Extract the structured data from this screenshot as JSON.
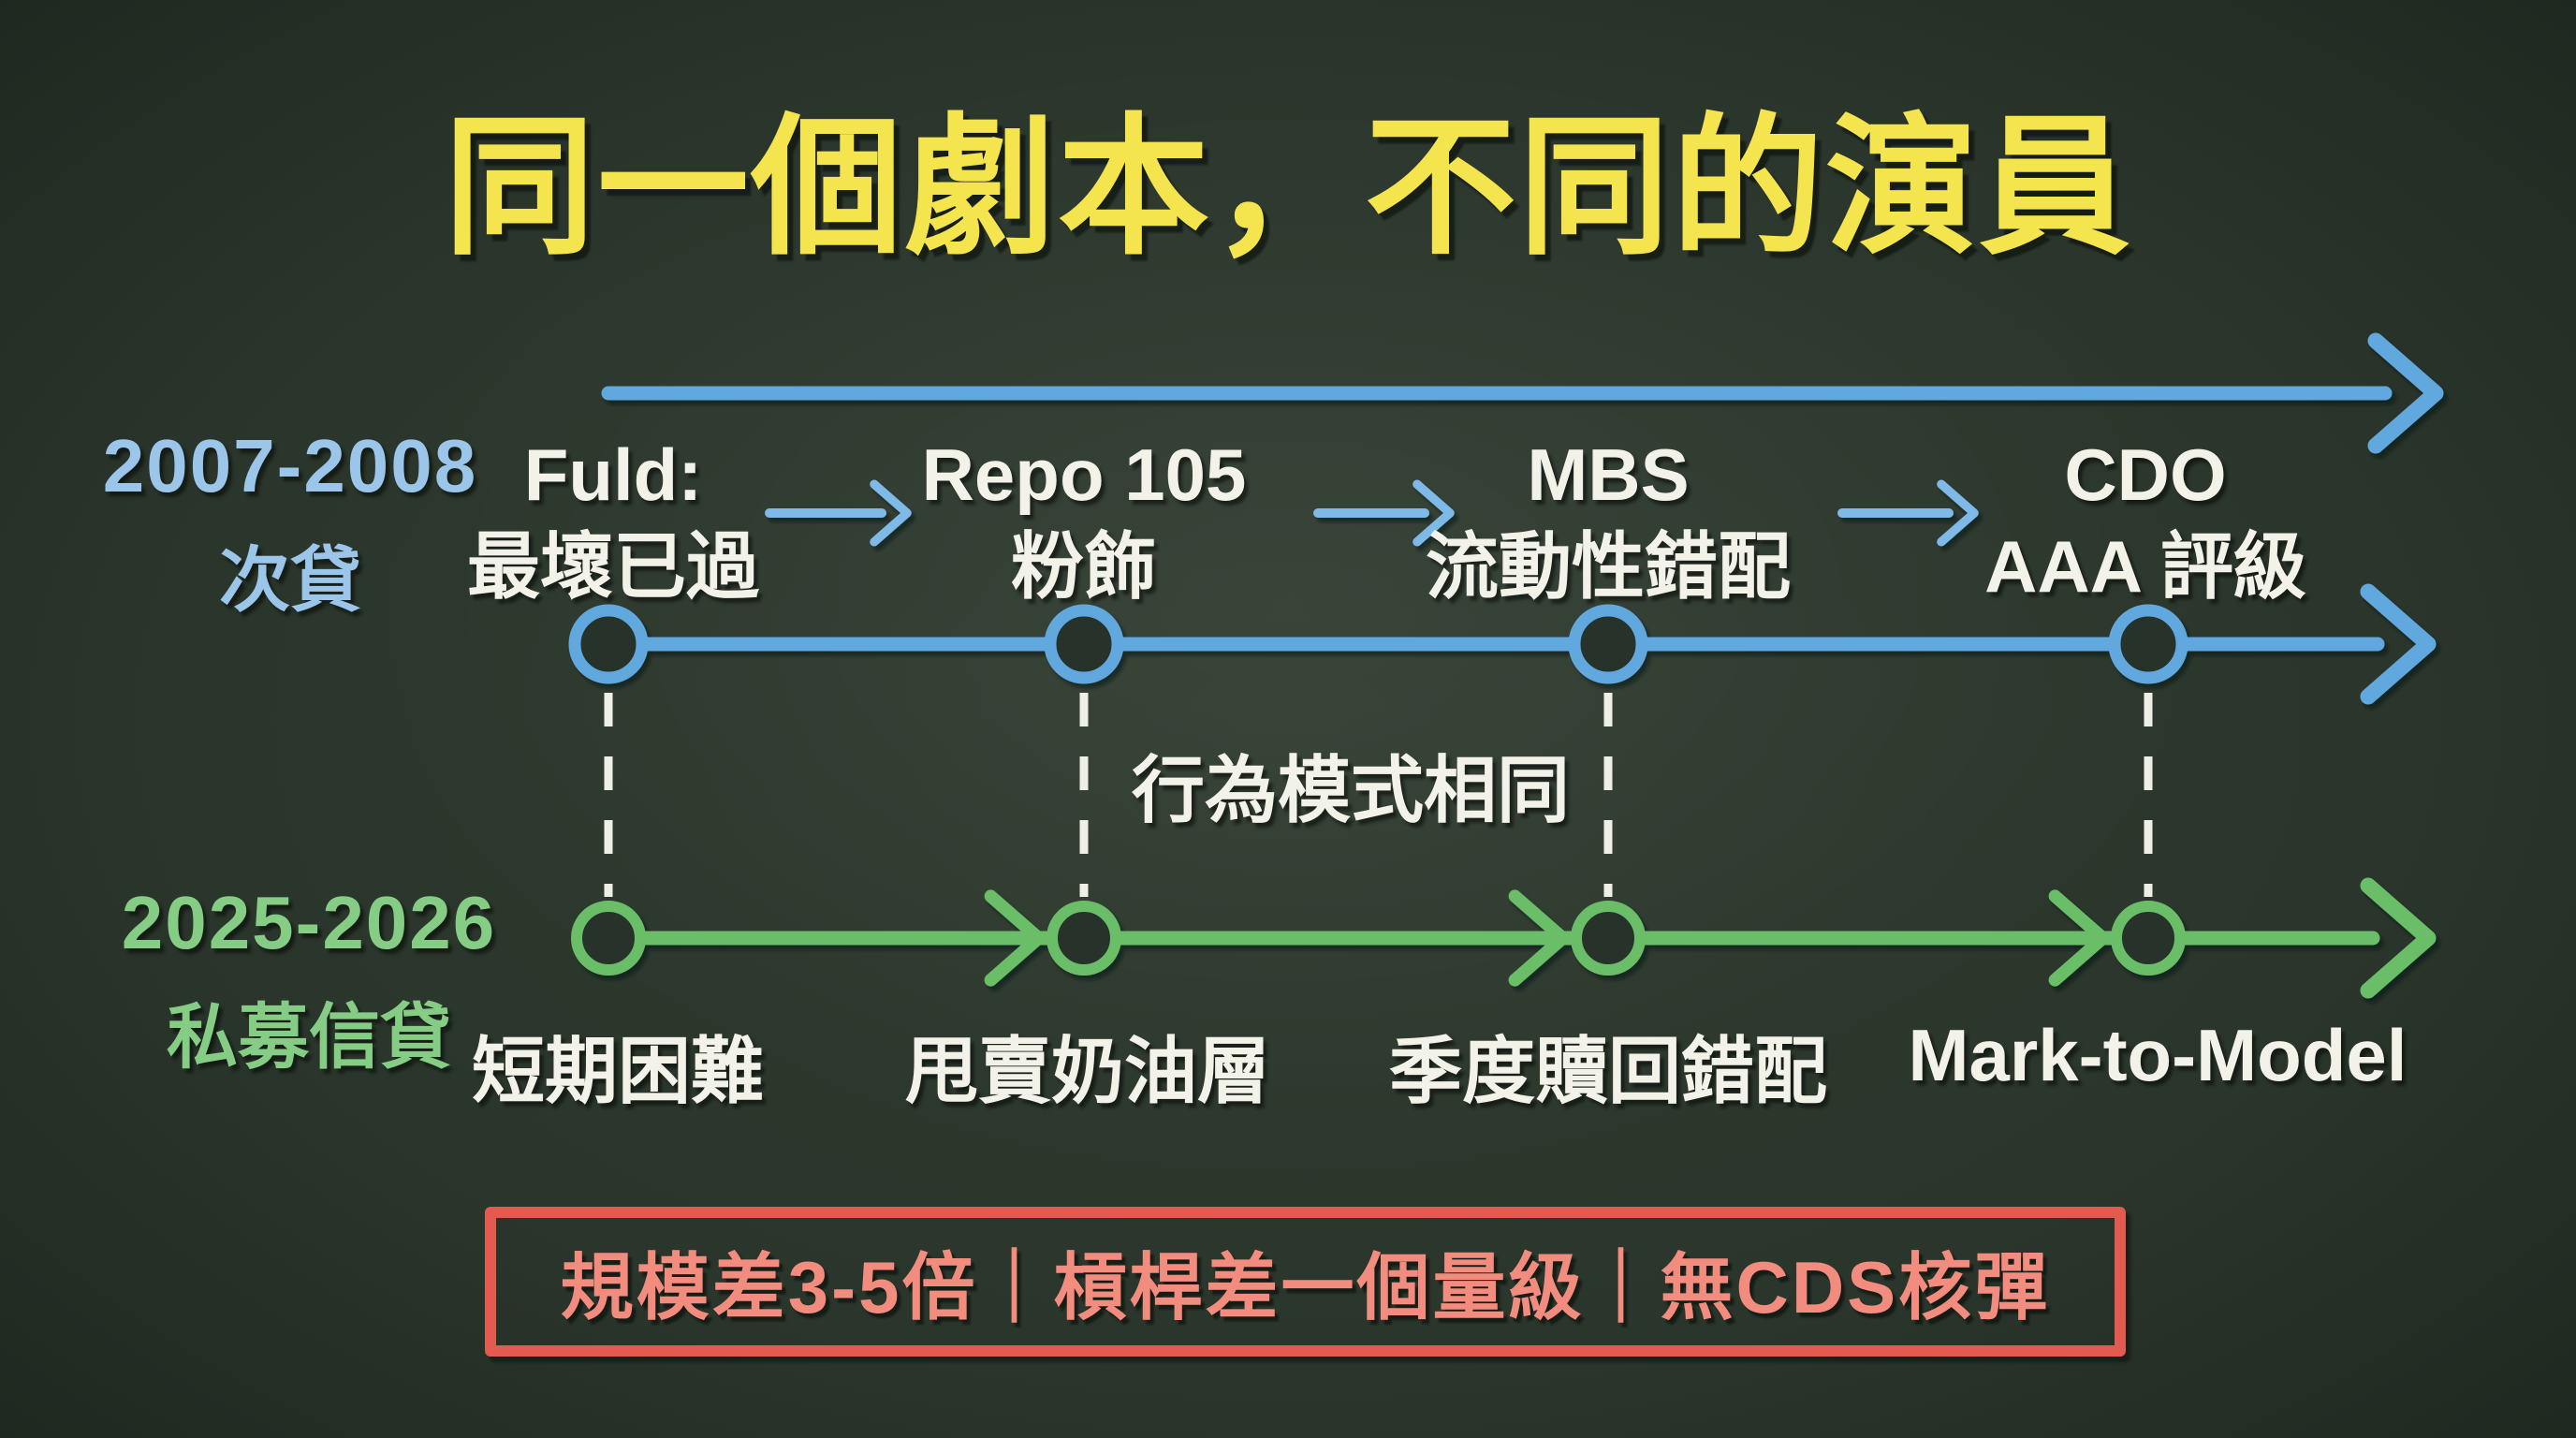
{
  "title": "同一個劇本，不同的演員",
  "colors": {
    "board": "#2a352b",
    "title_yellow": "#f4e44d",
    "timeline_blue": "#61a8de",
    "arrow_light_blue": "#7fb9e8",
    "era_blue": "#9cc5ea",
    "timeline_green": "#6abe68",
    "era_green": "#85cc85",
    "chalk_white": "#f3f2e9",
    "alert_red_border": "#e25a50",
    "alert_red_text": "#f28c7e"
  },
  "top_timeline": {
    "era": "2007-2008",
    "era_sub": "次貸",
    "items": [
      {
        "line1": "Fuld:",
        "line2": "最壞已過"
      },
      {
        "line1": "Repo 105",
        "line2": "粉飾"
      },
      {
        "line1": "MBS",
        "line2": "流動性錯配"
      },
      {
        "line1": "CDO",
        "line2": "AAA 評級"
      }
    ]
  },
  "connector_note": "行為模式相同",
  "bottom_timeline": {
    "era": "2025-2026",
    "era_sub": "私募信貸",
    "items": [
      "短期困難",
      "甩賣奶油層",
      "季度贖回錯配",
      "Mark-to-Model"
    ]
  },
  "footer": "規模差3-5倍｜槓桿差一個量級｜無CDS核彈"
}
